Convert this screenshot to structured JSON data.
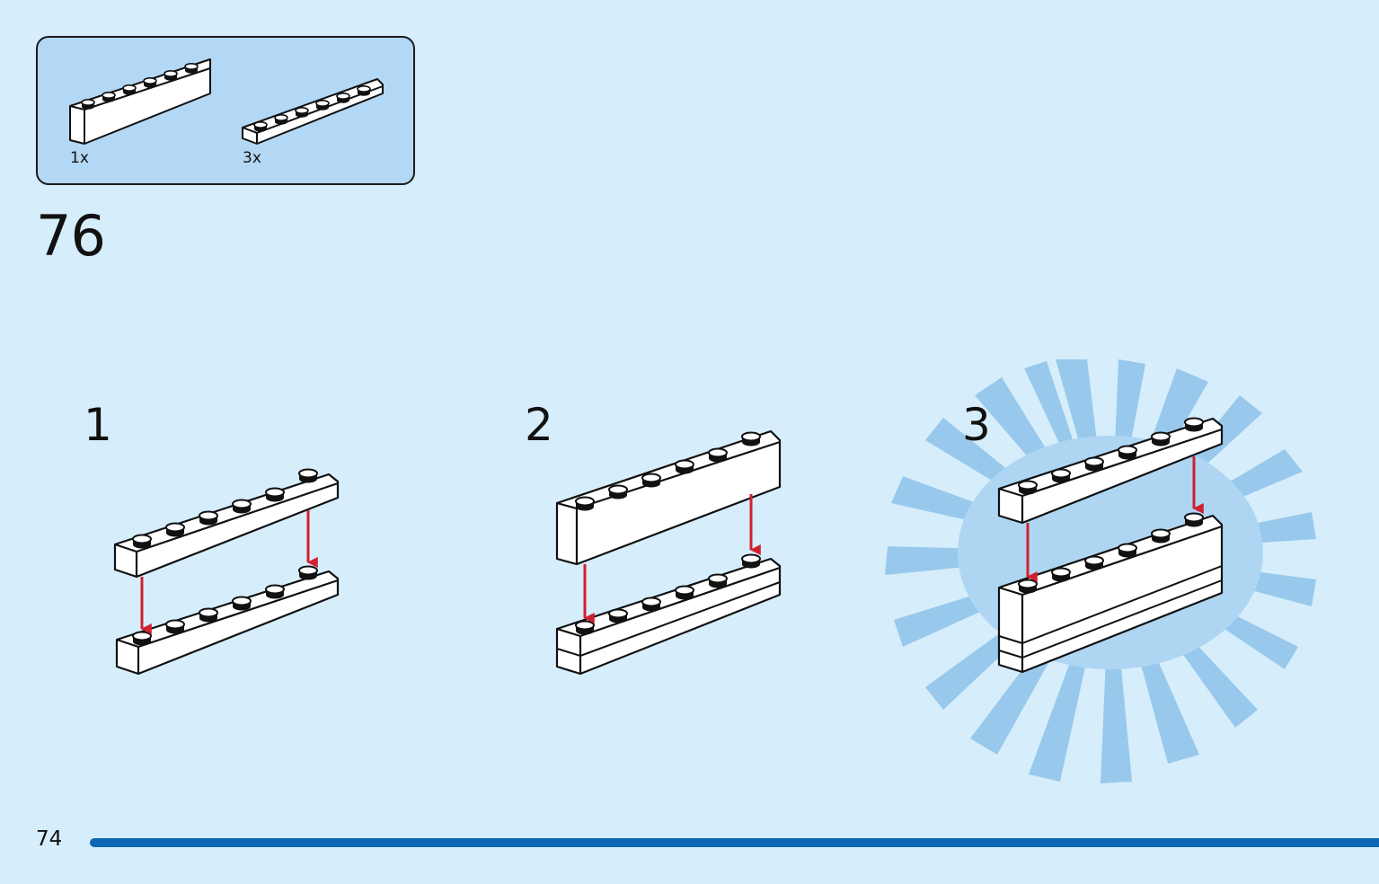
{
  "step": {
    "number": "76"
  },
  "parts": [
    {
      "quantity": "1x",
      "piece": "brick-1x6"
    },
    {
      "quantity": "3x",
      "piece": "plate-1x6"
    }
  ],
  "substeps": [
    {
      "number": "1"
    },
    {
      "number": "2"
    },
    {
      "number": "3"
    }
  ],
  "page": {
    "number": "74"
  },
  "colors": {
    "background": "#d6edfb",
    "parts_box": "#b3d8f5",
    "arrow": "#d1202f",
    "page_bar": "#0c66b3",
    "burst": "#8ec3ea"
  }
}
